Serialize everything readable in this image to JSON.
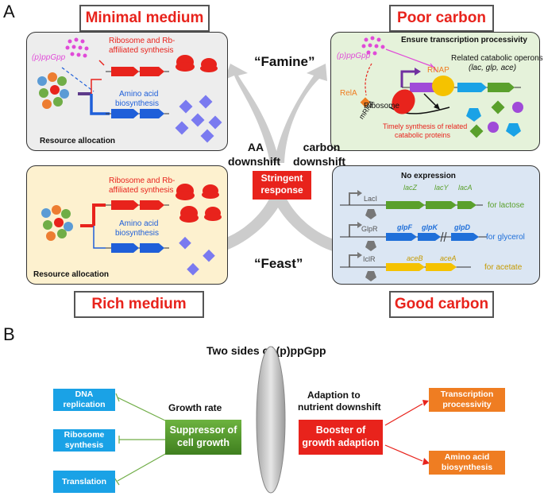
{
  "panelA": {
    "letter": "A",
    "minimal": {
      "title": "Minimal medium",
      "ppgpp": "(p)ppGpp",
      "ribo_line1": "Ribosome and Rb-",
      "ribo_line2": "affiliated synthesis",
      "aa_line1": "Amino acid",
      "aa_line2": "biosynthesis",
      "resource": "Resource allocation"
    },
    "rich": {
      "title": "Rich medium",
      "ribo_line1": "Ribosome and Rb-",
      "ribo_line2": "affiliated synthesis",
      "aa_line1": "Amino acid",
      "aa_line2": "biosynthesis",
      "resource": "Resource allocation"
    },
    "poor": {
      "title": "Poor carbon",
      "ensure": "Ensure transcription processivity",
      "ppgpp": "(p)ppGpp",
      "rnap": "RNAP",
      "rela": "RelA",
      "ribosome": "Ribosome",
      "mrna": "mRNA",
      "related_line1": "Related catabolic operons",
      "related_line2": "(lac, glp, ace)",
      "timely_line1": "Timely synthesis of related",
      "timely_line2": "catabolic proteins"
    },
    "good": {
      "title": "Good carbon",
      "no_expression": "No expression",
      "lac": {
        "regulator": "LacI",
        "genes": [
          "lacZ",
          "lacY",
          "lacA"
        ],
        "label": "for lactose"
      },
      "glp": {
        "regulator": "GlpR",
        "genes": [
          "glpF",
          "glpK",
          "glpD"
        ],
        "label": "for glycerol"
      },
      "ace": {
        "regulator": "IclR",
        "genes": [
          "aceB",
          "aceA"
        ],
        "label": "for acetate"
      }
    },
    "famine": "“Famine”",
    "feast": "“Feast”",
    "aa_downshift_line1": "AA",
    "aa_downshift_line2": "downshift",
    "carbon_downshift_line1": "carbon",
    "carbon_downshift_line2": "downshift",
    "stringent_line1": "Stringent",
    "stringent_line2": "response"
  },
  "panelB": {
    "letter": "B",
    "title": "Two sides of (p)ppGpp",
    "growth_rate": "Growth rate",
    "suppressor_line1": "Suppressor of",
    "suppressor_line2": "cell growth",
    "left_targets": [
      {
        "line1": "DNA",
        "line2": "replication"
      },
      {
        "line1": "Ribosome",
        "line2": "synthesis"
      },
      {
        "line1": "Translation",
        "line2": ""
      }
    ],
    "adaption_line1": "Adaption to",
    "adaption_line2": "nutrient downshift",
    "booster_line1": "Booster of",
    "booster_line2": "growth adaption",
    "right_targets": [
      {
        "line1": "Transcription",
        "line2": "processivity"
      },
      {
        "line1": "Amino acid",
        "line2": "biosynthesis"
      }
    ]
  },
  "colors": {
    "red_title": "#e8231c",
    "minimal_bg": "#ededed",
    "rich_bg": "#fdf1cf",
    "poor_bg": "#e5f2da",
    "good_bg": "#dbe6f3",
    "ribo_red": "#e8231c",
    "aa_blue": "#1f5fd9",
    "ppgpp_pink": "#e04bd8",
    "blue_box": "#1aa2e6",
    "orange_box": "#ef7d22",
    "green_box": "#5aa02c"
  }
}
